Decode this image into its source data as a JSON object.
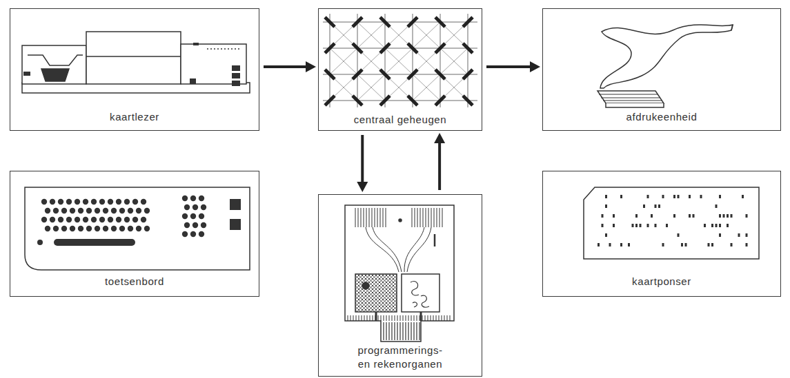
{
  "diagram": {
    "nodes": [
      {
        "text": [
          "kaartlezer"
        ]
      },
      {
        "text": [
          "centraal geheugen"
        ]
      },
      {
        "text": [
          "afdrukeenheid"
        ]
      },
      {
        "text": [
          "toetsenbord"
        ]
      },
      {
        "text": [
          "programmerings- en rekenorganen"
        ]
      },
      {
        "text": [
          "kaartponser"
        ]
      }
    ],
    "edges": [
      {
        "from": 0,
        "to": 1,
        "arrow": "to"
      },
      {
        "from": 1,
        "to": 2,
        "arrow": "to"
      },
      {
        "from": 1,
        "to": 4,
        "arrow": "to"
      },
      {
        "from": 4,
        "to": 1,
        "arrow": "to"
      }
    ]
  }
}
